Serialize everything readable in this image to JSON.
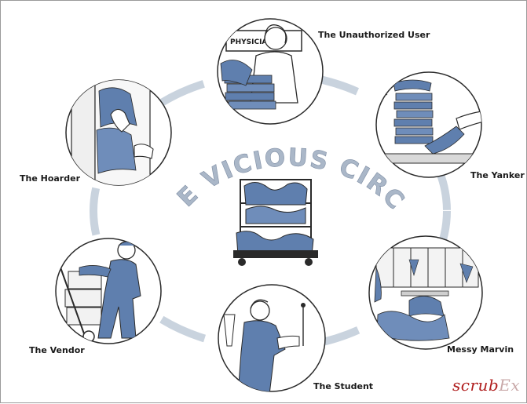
{
  "diagram": {
    "title": "THE VICIOUS CIRCLE",
    "brand": {
      "main": "scrub",
      "accent": "Ex"
    },
    "colors": {
      "ring": "#c9d3de",
      "title_fill": "#aab7c8",
      "scrub_blue": "#5f7fae",
      "ink": "#2a2a2a",
      "brand_red": "#b01e1e"
    },
    "characters": [
      {
        "id": "unauthorized",
        "label": "The Unauthorized User",
        "sign": "PHYSICIA    R"
      },
      {
        "id": "yanker",
        "label": "The Yanker"
      },
      {
        "id": "messy",
        "label": "Messy Marvin"
      },
      {
        "id": "student",
        "label": "The Student"
      },
      {
        "id": "vendor",
        "label": "The Vendor"
      },
      {
        "id": "hoarder",
        "label": "The Hoarder"
      }
    ]
  }
}
